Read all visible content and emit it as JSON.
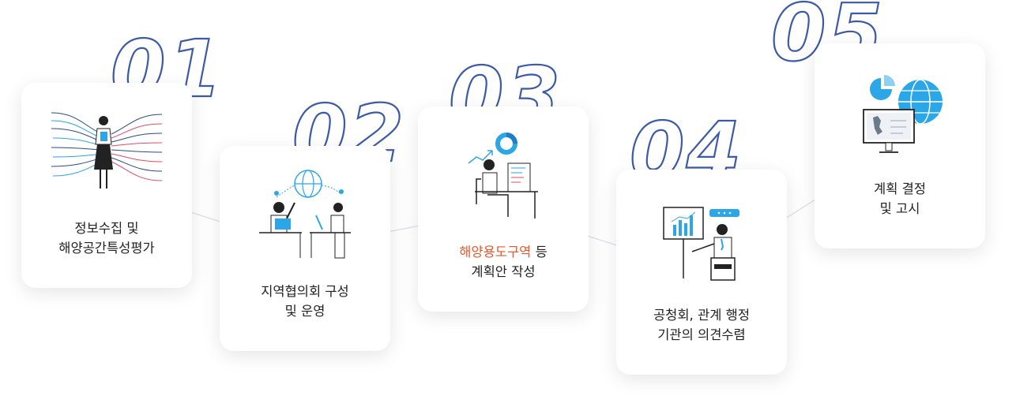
{
  "steps": [
    {
      "number": "01",
      "line1": "정보수집 및",
      "line2": "해양공간특성평가"
    },
    {
      "number": "02",
      "line1": "지역협의회 구성",
      "line2": "및 운영"
    },
    {
      "number": "03",
      "line1_highlight": "해양용도구역",
      "line1_rest": " 등",
      "line2": "계획안 작성"
    },
    {
      "number": "04",
      "line1": "공청회, 관계 행정",
      "line2": "기관의 의견수렴"
    },
    {
      "number": "05",
      "line1": "계획 결정",
      "line2": "및 고시"
    }
  ],
  "colors": {
    "number_outline": "#3b5aa8",
    "highlight": "#e8572a",
    "accent_blue": "#2ba6e6",
    "text": "#222222"
  }
}
